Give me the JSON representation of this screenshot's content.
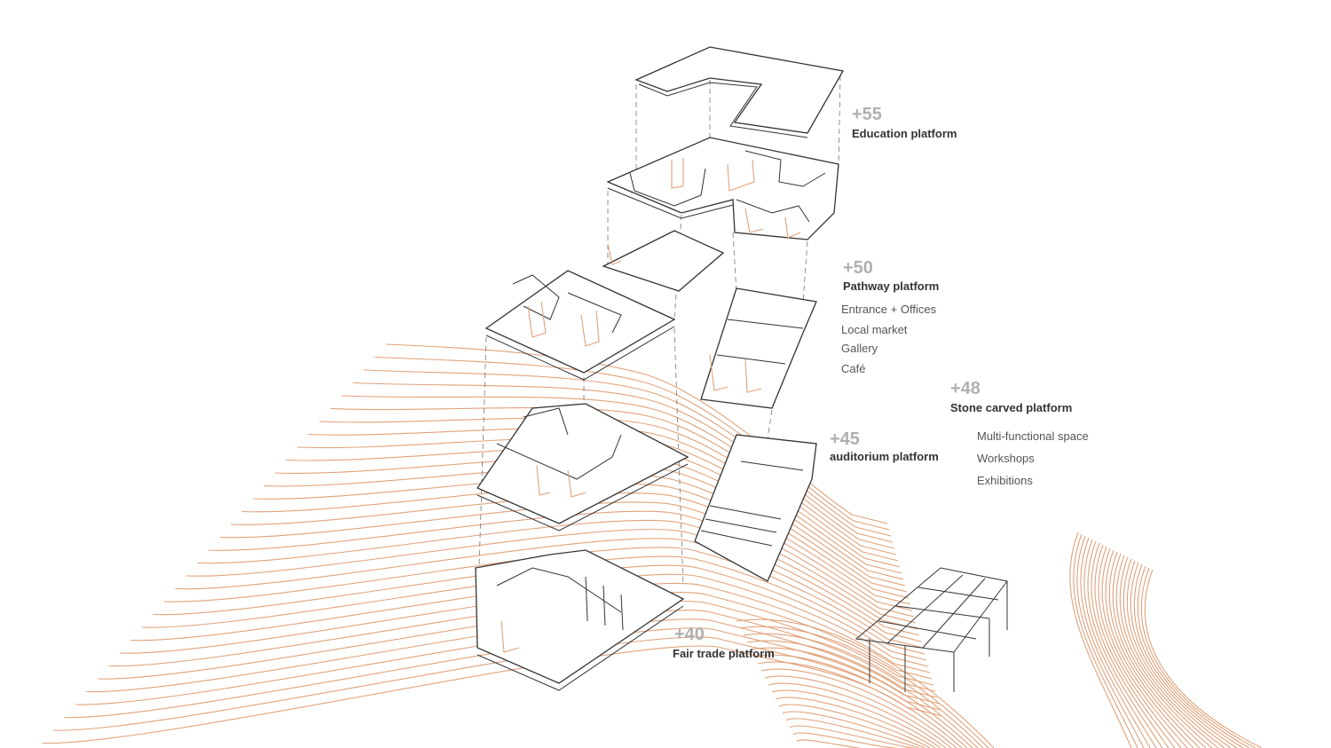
{
  "colors": {
    "contour": "#e0a27a",
    "outline": "#333333",
    "level": "#b0b0b0",
    "text": "#333333"
  },
  "levels": [
    {
      "level": "+55",
      "name": "Education platform",
      "uses": []
    },
    {
      "level": "+50",
      "name": "Pathway platform",
      "uses": [
        "Entrance + Offices",
        "Local market",
        "Gallery",
        "Café"
      ]
    },
    {
      "level": "+48",
      "name": "Stone carved platform",
      "uses": [
        "Multi-functional space",
        "Workshops",
        "Exhibitions"
      ]
    },
    {
      "level": "+45",
      "name": "auditorium platform",
      "uses": []
    },
    {
      "level": "+40",
      "name": "Fair trade platform",
      "uses": []
    }
  ]
}
